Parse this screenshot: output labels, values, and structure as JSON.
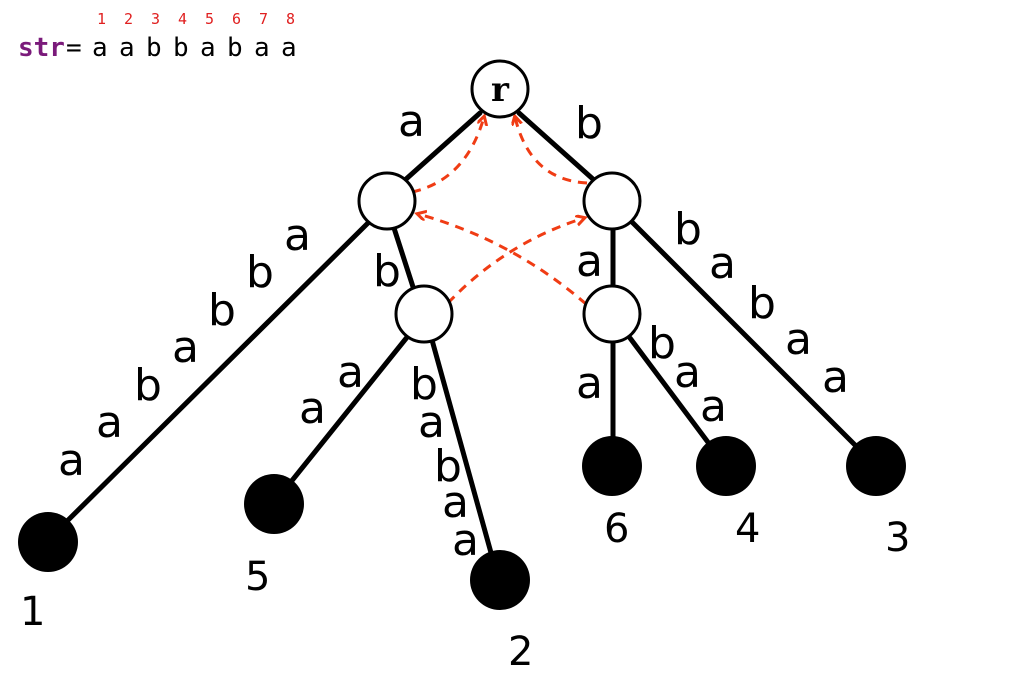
{
  "header": {
    "str_key": "str",
    "str_eq": "=",
    "chars": [
      "a",
      "a",
      "b",
      "b",
      "a",
      "b",
      "a",
      "a"
    ],
    "indices": [
      "1",
      "2",
      "3",
      "4",
      "5",
      "6",
      "7",
      "8"
    ]
  },
  "tree": {
    "root_label": "r",
    "edge_labels": {
      "root_left": "a",
      "root_right": "b",
      "left_to_leaf1": [
        "a",
        "a",
        "b",
        "a",
        "b",
        "b",
        "a"
      ],
      "left_to_b": "b",
      "b_to_leaf5": [
        "a",
        "a"
      ],
      "b_to_leaf2": [
        "b",
        "a",
        "b",
        "a",
        "a"
      ],
      "right_to_a": "a",
      "a_to_leaf6": "a",
      "a_to_leaf4": [
        "b",
        "a",
        "a"
      ],
      "right_to_leaf3": [
        "b",
        "a",
        "b",
        "a",
        "a"
      ]
    },
    "leaf_labels": {
      "leaf1": "1",
      "leaf5": "5",
      "leaf2": "2",
      "leaf6": "6",
      "leaf4": "4",
      "leaf3": "3"
    }
  },
  "colors": {
    "suffix_link": "#f03c14",
    "index_digits": "#e02020",
    "str_keyword": "#7a1a7a"
  }
}
